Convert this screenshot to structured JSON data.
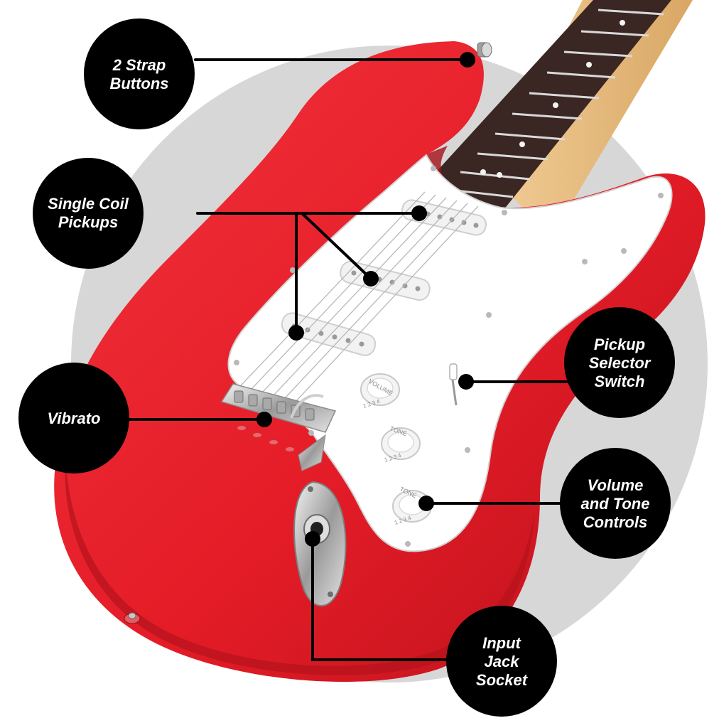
{
  "colors": {
    "backdrop_circle": "#d7d7d7",
    "body_red": "#e8202a",
    "body_shadow": "#b5121c",
    "pickguard": "#ffffff",
    "fretboard": "#3a2622",
    "neck_maple": "#e6bd86",
    "chrome": "#c9c9c9",
    "callout_fill": "#000000",
    "callout_text": "#ffffff",
    "leader_line": "#000000"
  },
  "callouts": [
    {
      "id": "strap-buttons",
      "lines": [
        "2 Strap",
        "Buttons"
      ]
    },
    {
      "id": "single-coil-pickups",
      "lines": [
        "Single Coil",
        "Pickups"
      ]
    },
    {
      "id": "vibrato",
      "lines": [
        "Vibrato"
      ]
    },
    {
      "id": "pickup-selector-switch",
      "lines": [
        "Pickup",
        "Selector",
        "Switch"
      ]
    },
    {
      "id": "volume-tone-controls",
      "lines": [
        "Volume",
        "and Tone",
        "Controls"
      ]
    },
    {
      "id": "input-jack-socket",
      "lines": [
        "Input",
        "Jack",
        "Socket"
      ]
    }
  ],
  "knobs": [
    {
      "label": "VOLUME",
      "numbers": "1 2 3 4"
    },
    {
      "label": "TONE",
      "numbers": "1 2 3 4"
    },
    {
      "label": "TONE",
      "numbers": "1 2 3 4"
    }
  ]
}
